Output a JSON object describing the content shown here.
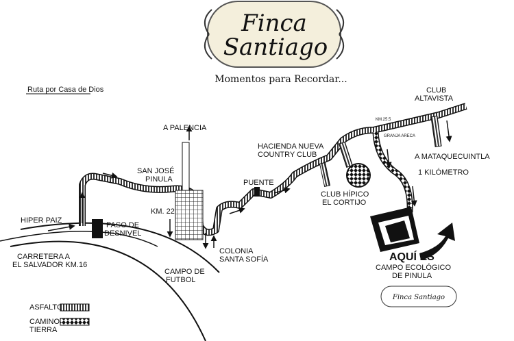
{
  "brand": {
    "title_line1": "Finca",
    "title_line2": "Santiago",
    "tagline": "Momentos para Recordar..."
  },
  "route_title": "Ruta por Casa de Dios",
  "labels": {
    "club_altavista": [
      "CLUB",
      "ALTAVISTA"
    ],
    "km_25_5": "KM.25.5",
    "granja_areca": "GRANJA ARECA",
    "a_mataquescuintla": "A MATAQUECUINTLA",
    "un_kilometro": "1 KILÓMETRO",
    "hacienda": [
      "HACIENDA NUEVA",
      "COUNTRY CLUB"
    ],
    "club_hipico": [
      "CLUB HÍPICO",
      "EL CORTIJO"
    ],
    "a_palencia": "A PALENCIA",
    "san_jose_pinula": [
      "SAN JOSÉ",
      "PINULA"
    ],
    "puente": "PUENTE",
    "km_22": "KM. 22",
    "hiper_paiz": "HIPER PAIZ",
    "paso_desnivel": [
      "PASO DE",
      "DESNIVEL"
    ],
    "carretera": [
      "CARRETERA A",
      "EL SALVADOR KM.16"
    ],
    "colonia": [
      "COLONIA",
      "SANTA SOFÍA"
    ],
    "campo_futbol": [
      "CAMPO DE",
      "FUTBOL"
    ],
    "aqui_es": "AQUÍ ES",
    "campo_ecologico": [
      "CAMPO ECOLÓGICO",
      "DE PINULA"
    ],
    "stamp": "Finca Santiago"
  },
  "legend": {
    "asfalto": "ASFALTO",
    "camino_tierra": [
      "CAMINO",
      "TIERRA"
    ]
  }
}
